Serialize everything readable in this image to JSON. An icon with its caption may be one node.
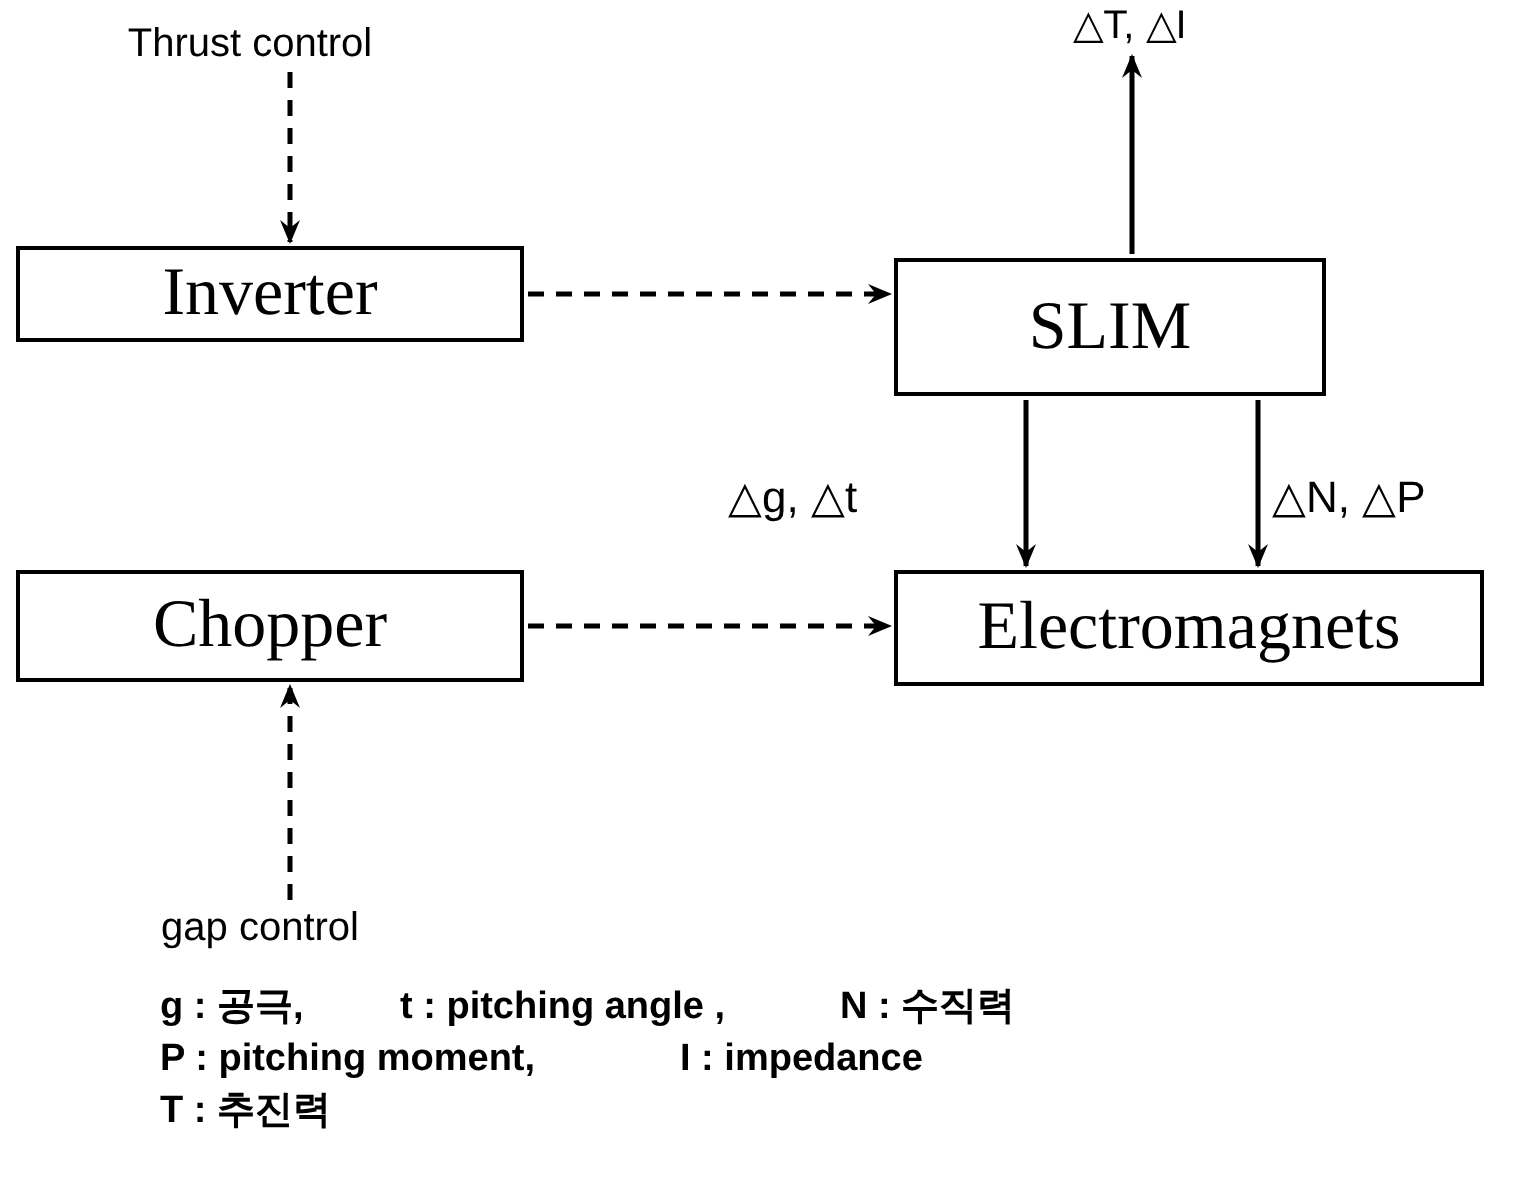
{
  "diagram": {
    "nodes": [
      {
        "text": [
          "Thrust control"
        ]
      },
      {
        "text": [
          "Inverter"
        ]
      },
      {
        "text": [
          "SLIM"
        ]
      },
      {
        "text": [
          "△T, △I"
        ]
      },
      {
        "text": [
          "Chopper"
        ]
      },
      {
        "text": [
          "Electromagnets"
        ]
      },
      {
        "text": [
          "gap control"
        ]
      }
    ],
    "edges": [
      {
        "from": 0,
        "to": 1,
        "arrow": "to",
        "style": "dashed"
      },
      {
        "from": 1,
        "to": 2,
        "arrow": "to",
        "style": "dashed"
      },
      {
        "from": 2,
        "to": 3,
        "arrow": "to"
      },
      {
        "from": 2,
        "to": 5,
        "arrow": "to",
        "label": "△g, △t"
      },
      {
        "from": 2,
        "to": 5,
        "arrow": "to",
        "label": "△N, △P"
      },
      {
        "from": 4,
        "to": 5,
        "arrow": "to",
        "style": "dashed"
      },
      {
        "from": 6,
        "to": 4,
        "arrow": "to",
        "style": "dashed"
      }
    ],
    "labels": [
      "g : 공극,",
      "t : pitching angle ,",
      "N : 수직력",
      "P : pitching moment,",
      "I : impedance",
      "T : 추진력"
    ]
  }
}
